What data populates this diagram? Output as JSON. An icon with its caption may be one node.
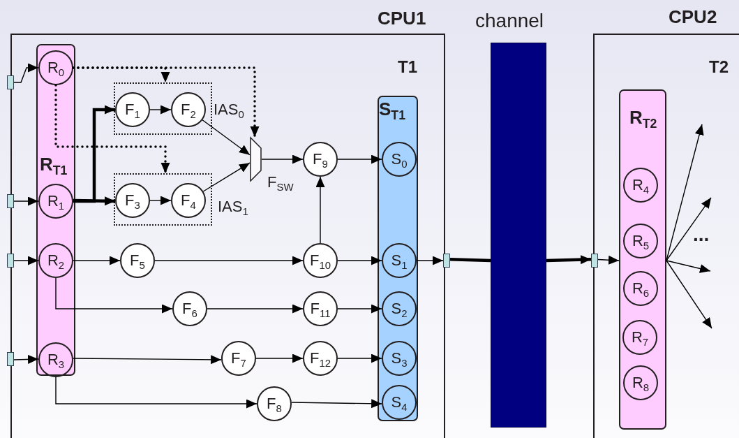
{
  "diagram": {
    "nodes": [
      {
        "text": [
          "CPU1",
          "T1"
        ]
      },
      {
        "text": [],
        "shape": "box",
        "in": 0
      },
      {
        "text": [],
        "shape": "box",
        "in": 0
      },
      {
        "text": [],
        "shape": "box",
        "in": 0
      },
      {
        "text": [],
        "shape": "box",
        "in": 0
      },
      {
        "text": [
          "R$_{T1}$"
        ],
        "in": 0
      },
      {
        "text": [
          "R$_{0}$"
        ],
        "in": 5
      },
      {
        "text": [
          "R$_{1}$"
        ],
        "in": 5
      },
      {
        "text": [
          "R$_{2}$"
        ],
        "in": 5
      },
      {
        "text": [
          "R$_{3}$"
        ],
        "in": 5
      },
      {
        "text": [
          "IAS$_{0}$"
        ],
        "in": 0
      },
      {
        "text": [
          "F$_{1}$"
        ],
        "in": 10
      },
      {
        "text": [
          "F$_{2}$"
        ],
        "in": 10
      },
      {
        "text": [
          "IAS$_{1}$"
        ],
        "in": 0
      },
      {
        "text": [
          "F$_{3}$"
        ],
        "in": 13
      },
      {
        "text": [
          "F$_{4}$"
        ],
        "in": 13
      },
      {
        "text": [],
        "shape": "trapezoid",
        "beside": [
          "F$_{SW}$"
        ],
        "in": 0
      },
      {
        "text": [
          "F$_{9}$"
        ],
        "in": 0
      },
      {
        "text": [
          "F$_{5}$"
        ],
        "in": 0
      },
      {
        "text": [
          "F$_{10}$"
        ],
        "in": 0
      },
      {
        "text": [
          "F$_{6}$"
        ],
        "in": 0
      },
      {
        "text": [
          "F$_{11}$"
        ],
        "in": 0
      },
      {
        "text": [
          "F$_{7}$"
        ],
        "in": 0
      },
      {
        "text": [
          "F$_{12}$"
        ],
        "in": 0
      },
      {
        "text": [
          "F$_{8}$"
        ],
        "in": 0
      },
      {
        "text": [
          "S$_{T1}$"
        ],
        "in": 0
      },
      {
        "text": [
          "S$_{0}$"
        ],
        "in": 25
      },
      {
        "text": [
          "S$_{1}$"
        ],
        "in": 25
      },
      {
        "text": [
          "S$_{2}$"
        ],
        "in": 25
      },
      {
        "text": [
          "S$_{3}$"
        ],
        "in": 25
      },
      {
        "text": [
          "S$_{4}$"
        ],
        "in": 25
      },
      {
        "text": [],
        "shape": "box",
        "in": 0
      },
      {
        "text": [
          "channel"
        ]
      },
      {
        "text": [
          "CPU2",
          "T2"
        ]
      },
      {
        "text": [],
        "shape": "box",
        "in": 33
      },
      {
        "text": [
          "R$_{T2}$"
        ],
        "in": 33
      },
      {
        "text": [
          "R$_{4}$"
        ],
        "in": 35
      },
      {
        "text": [
          "R$_{5}$"
        ],
        "in": 35
      },
      {
        "text": [
          "R$_{6}$"
        ],
        "in": 35
      },
      {
        "text": [
          "R$_{7}$"
        ],
        "in": 35
      },
      {
        "text": [
          "R$_{8}$"
        ],
        "in": 35
      }
    ],
    "edges": [
      {
        "from": 1,
        "to": 6,
        "arrow": "to"
      },
      {
        "from": 2,
        "to": 7,
        "arrow": "to"
      },
      {
        "from": 3,
        "to": 8,
        "arrow": "to"
      },
      {
        "from": 4,
        "to": 9,
        "arrow": "to"
      },
      {
        "from": 6,
        "to": 10,
        "arrow": "to",
        "style": "dashed"
      },
      {
        "from": 6,
        "to": 16,
        "arrow": "to",
        "style": "dashed"
      },
      {
        "from": 6,
        "to": 13,
        "arrow": "to",
        "style": "dashed"
      },
      {
        "from": 7,
        "to": 11,
        "arrow": "to",
        "style": "thick"
      },
      {
        "from": 7,
        "to": 14,
        "arrow": "to",
        "style": "thick"
      },
      {
        "from": 11,
        "to": 12,
        "arrow": "to"
      },
      {
        "from": 14,
        "to": 15,
        "arrow": "to"
      },
      {
        "from": 12,
        "to": 16,
        "arrow": "to"
      },
      {
        "from": 15,
        "to": 16,
        "arrow": "to"
      },
      {
        "from": 16,
        "to": 17,
        "arrow": "to"
      },
      {
        "from": 17,
        "to": 26,
        "arrow": "to"
      },
      {
        "from": 19,
        "to": 17,
        "arrow": "to"
      },
      {
        "from": 8,
        "to": 18,
        "arrow": "to"
      },
      {
        "from": 18,
        "to": 19,
        "arrow": "to"
      },
      {
        "from": 19,
        "to": 27,
        "arrow": "to"
      },
      {
        "from": 8,
        "to": 20,
        "arrow": "to"
      },
      {
        "from": 20,
        "to": 21,
        "arrow": "to"
      },
      {
        "from": 21,
        "to": 28,
        "arrow": "to"
      },
      {
        "from": 9,
        "to": 22,
        "arrow": "to"
      },
      {
        "from": 22,
        "to": 23,
        "arrow": "to"
      },
      {
        "from": 23,
        "to": 29,
        "arrow": "to"
      },
      {
        "from": 9,
        "to": 24,
        "arrow": "to"
      },
      {
        "from": 24,
        "to": 30,
        "arrow": "to"
      },
      {
        "from": 27,
        "to": 31,
        "arrow": "to"
      },
      {
        "from": 31,
        "to": 32,
        "arrow": "none",
        "style": "thick"
      },
      {
        "from": 32,
        "to": 34,
        "arrow": "to",
        "style": "thick"
      },
      {
        "from": 34,
        "to": 35,
        "arrow": "to"
      },
      {
        "from": 35,
        "to": null,
        "arrow": "to"
      },
      {
        "from": 35,
        "to": null,
        "arrow": "to"
      },
      {
        "from": 35,
        "to": null,
        "arrow": "to"
      },
      {
        "from": 35,
        "to": null,
        "arrow": "to"
      }
    ],
    "labels": [
      "..."
    ]
  }
}
